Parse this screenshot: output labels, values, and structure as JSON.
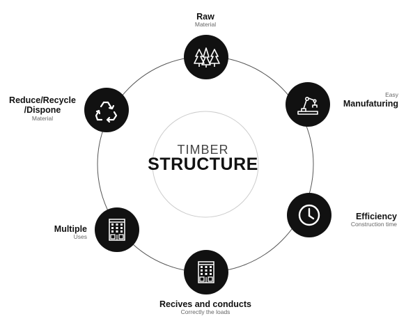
{
  "center": {
    "top_text": "TIMBER",
    "main_text": "STRUCTURE"
  },
  "nodes": [
    {
      "title": "Raw",
      "sub": "Material",
      "icon": "trees-icon"
    },
    {
      "sub": "Easy",
      "title": "Manufaturing",
      "icon": "robotic-arm-icon"
    },
    {
      "title": "Efficiency",
      "sub": "Construction time",
      "icon": "clock-icon"
    },
    {
      "title": "Recives and conducts",
      "sub": "Correctly the loads",
      "icon": "building-icon"
    },
    {
      "title": "Multiple",
      "sub": "Uses",
      "icon": "building-icon"
    },
    {
      "title": "Reduce/Recycle",
      "title2": "/Dispone",
      "sub": "Material",
      "icon": "recycle-icon"
    }
  ],
  "colors": {
    "node_fill": "#111111",
    "ring": "#555555",
    "inner_ring": "#cccccc",
    "sub_text": "#666666"
  }
}
